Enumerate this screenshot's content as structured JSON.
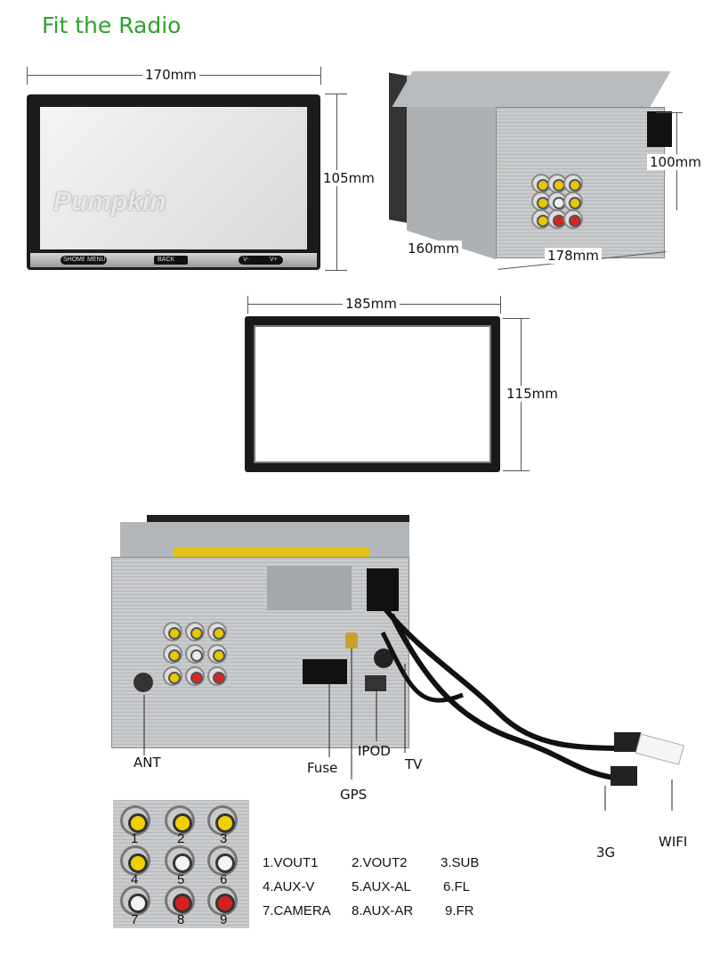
{
  "title": "Fit the Radio",
  "front_unit": {
    "width_label": "170mm",
    "height_label": "105mm",
    "brand_watermark": "Pumpkin",
    "buttons": [
      "SHOME",
      "MENU",
      "BACK",
      "V-",
      "V+"
    ]
  },
  "rear_unit_top": {
    "height_label": "100mm",
    "depth_label": "160mm",
    "width_label": "178mm"
  },
  "frame": {
    "width_label": "185mm",
    "height_label": "115mm"
  },
  "rear_connections": {
    "labels": {
      "ant": "ANT",
      "fuse": "Fuse",
      "gps": "GPS",
      "ipod": "IPOD",
      "tv": "TV",
      "g3": "3G",
      "wifi": "WIFI"
    }
  },
  "rca_inset": {
    "numbers": [
      "1",
      "2",
      "3",
      "4",
      "5",
      "6",
      "7",
      "8",
      "9"
    ]
  },
  "rca_legend": [
    [
      "1.VOUT1",
      "2.VOUT2",
      "3.SUB"
    ],
    [
      "4.AUX-V",
      "5.AUX-AL",
      "6.FL"
    ],
    [
      "7.CAMERA",
      "8.AUX-AR",
      "9.FR"
    ]
  ],
  "colors": {
    "title": "#2da12d"
  }
}
